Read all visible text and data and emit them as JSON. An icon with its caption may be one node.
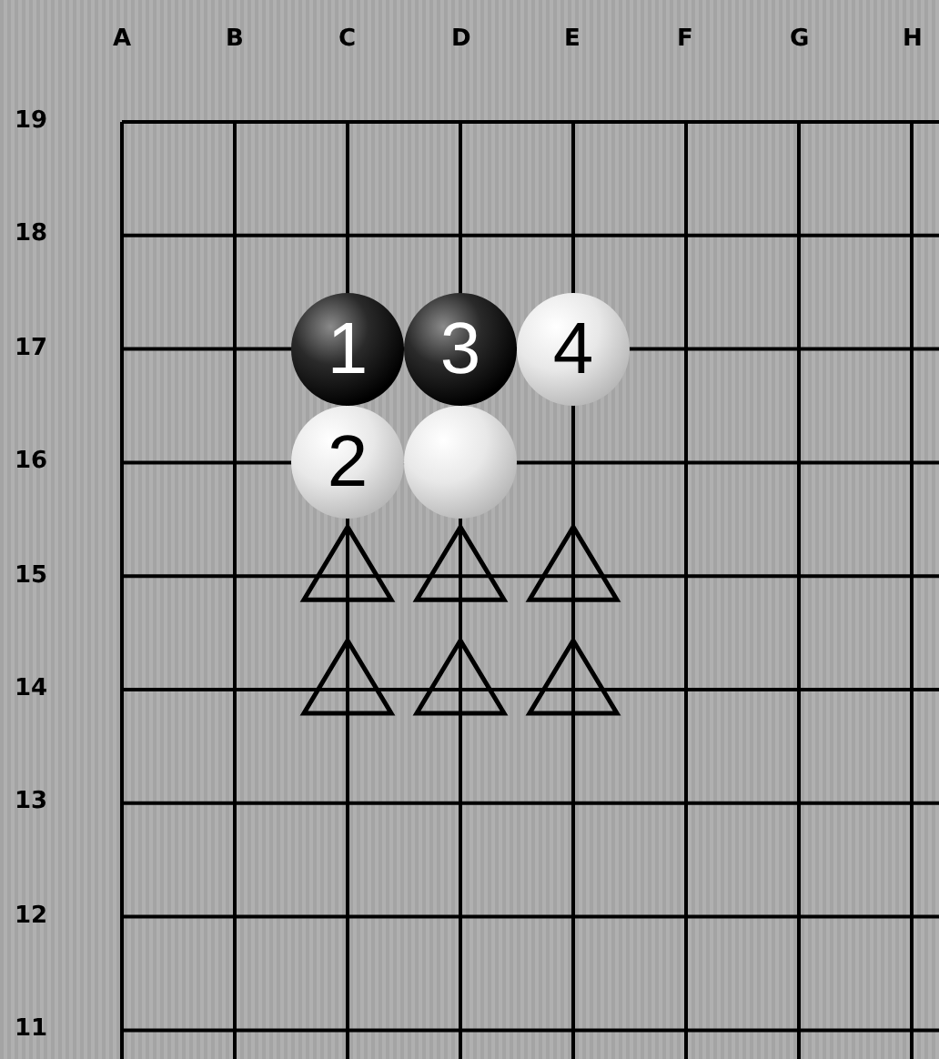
{
  "diagram": {
    "nodes": [
      {
        "text": [
          "1"
        ]
      },
      {
        "text": [
          "3"
        ]
      },
      {
        "text": [
          "4"
        ]
      },
      {
        "text": [
          "2"
        ]
      },
      {
        "text": [],
        "shape": "circle"
      }
    ],
    "labels": [
      "A",
      "B",
      "C",
      "D",
      "E",
      "F",
      "G",
      "H",
      "19",
      "18",
      "17",
      "16",
      "15",
      "14",
      "13",
      "12",
      "11"
    ]
  }
}
